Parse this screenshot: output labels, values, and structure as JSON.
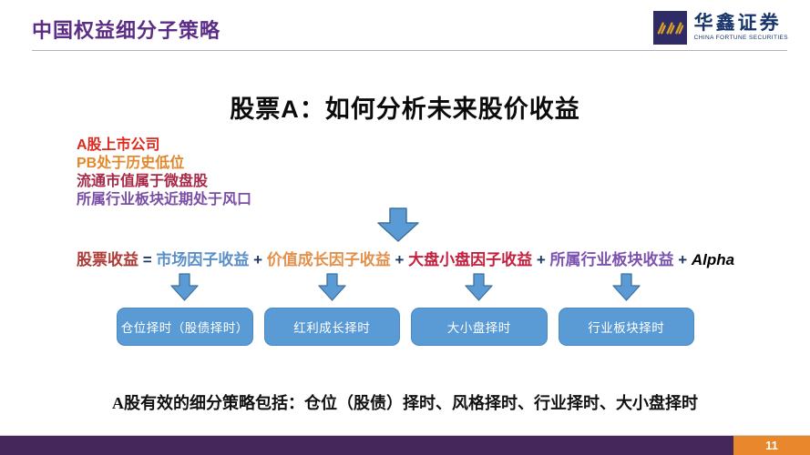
{
  "header": {
    "title": "中国权益细分子策略",
    "logo": {
      "icon": "fortune-logo-mark",
      "name_cn": "华鑫证券",
      "name_en": "CHINA FORTUNE SECURITIES"
    }
  },
  "slide": {
    "title": "股票A：如何分析未来股价收益",
    "bullets": [
      {
        "text": "A股上市公司",
        "color": "#dc2a1e"
      },
      {
        "text": "PB处于历史低位",
        "color": "#e2882b"
      },
      {
        "text": "流通市值属于微盘股",
        "color": "#a62a47"
      },
      {
        "text": "所属行业板块近期处于风口",
        "color": "#7b4ea6"
      }
    ],
    "formula": {
      "segments": [
        {
          "text": "股票收益",
          "color": "#af3a36"
        },
        {
          "text": " = ",
          "color": "#1f3864"
        },
        {
          "text": "市场因子收益",
          "color": "#5b8fc9"
        },
        {
          "text": " + ",
          "color": "#1f3864"
        },
        {
          "text": "价值成长因子收益",
          "color": "#e2914d"
        },
        {
          "text": " + ",
          "color": "#1f3864"
        },
        {
          "text": "大盘小盘因子收益",
          "color": "#c41f3e"
        },
        {
          "text": " + ",
          "color": "#1f3864"
        },
        {
          "text": "所属行业板块收益",
          "color": "#7c52b0"
        },
        {
          "text": " + ",
          "color": "#1f3864"
        },
        {
          "text": "Alpha",
          "color": "#000000"
        }
      ]
    },
    "strategy_boxes": [
      {
        "label": "仓位择时（股债择时）"
      },
      {
        "label": "红利成长择时"
      },
      {
        "label": "大小盘择时"
      },
      {
        "label": "行业板块择时"
      }
    ],
    "conclusion": "A股有效的细分策略包括：仓位（股债）择时、风格择时、行业择时、大小盘择时"
  },
  "footer": {
    "page_number": "11"
  },
  "colors": {
    "header_title": "#5b2d86",
    "arrow_fill": "#5b9bd5",
    "arrow_border": "#41719c",
    "box_fill": "#5b9bd5",
    "footer_purple": "#46275c",
    "footer_orange": "#e8872b",
    "logo_navy": "#2e2b66",
    "logo_gold": "#d9a227"
  }
}
